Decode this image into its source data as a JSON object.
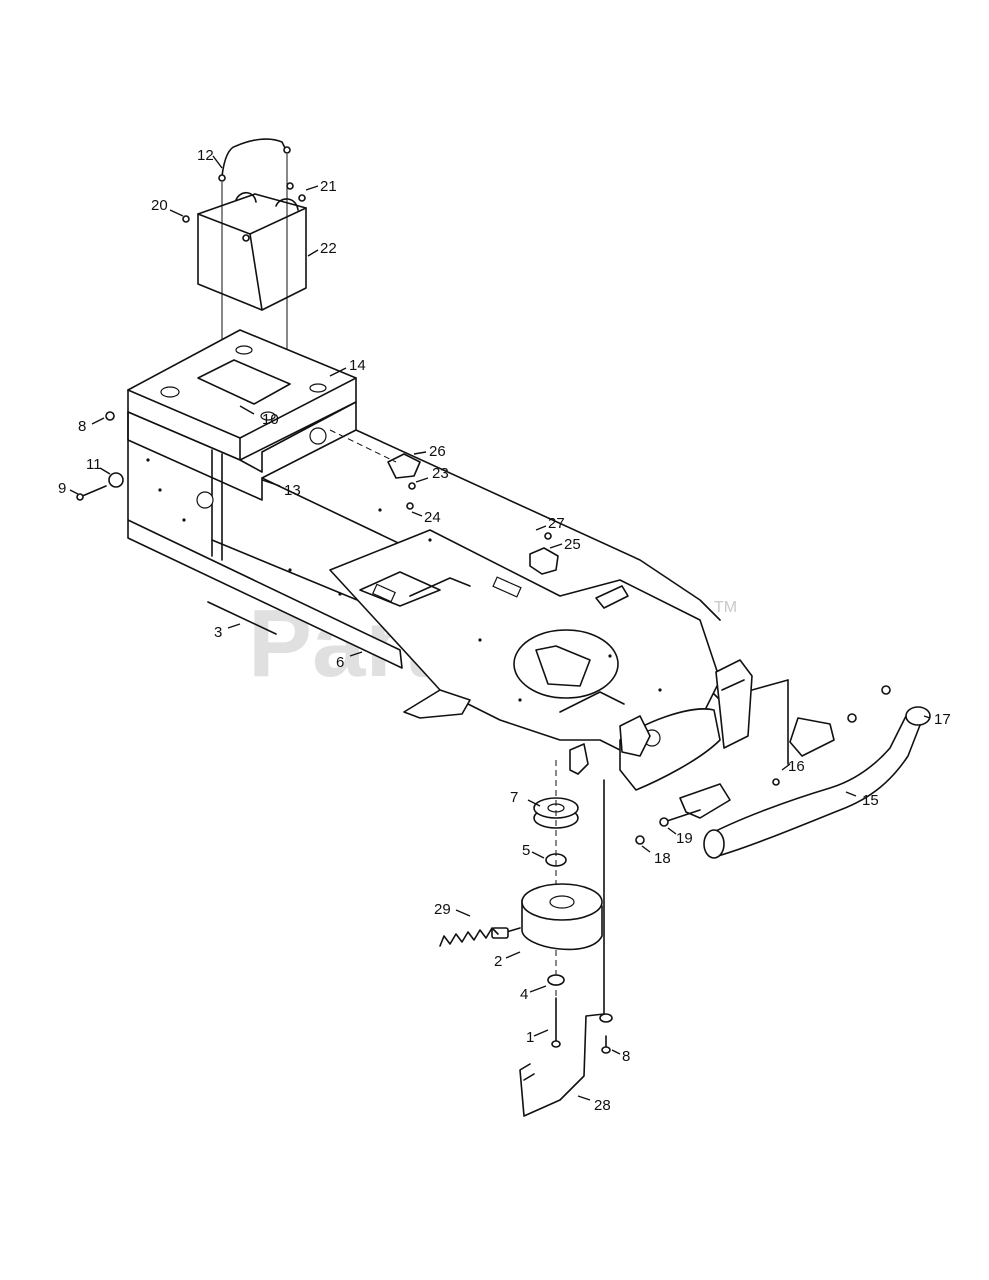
{
  "watermark": {
    "text": "PartsTree",
    "tm": "TM"
  },
  "callouts": {
    "c1": "1",
    "c2": "2",
    "c3": "3",
    "c4": "4",
    "c5": "5",
    "c6": "6",
    "c7": "7",
    "c8a": "8",
    "c8b": "8",
    "c9": "9",
    "c10": "10",
    "c11": "11",
    "c12": "12",
    "c13": "13",
    "c14": "14",
    "c15": "15",
    "c16": "16",
    "c17": "17",
    "c18": "18",
    "c19": "19",
    "c20": "20",
    "c21": "21",
    "c22": "22",
    "c23": "23",
    "c24": "24",
    "c25": "25",
    "c26": "26",
    "c27": "27",
    "c28": "28",
    "c29": "29"
  }
}
